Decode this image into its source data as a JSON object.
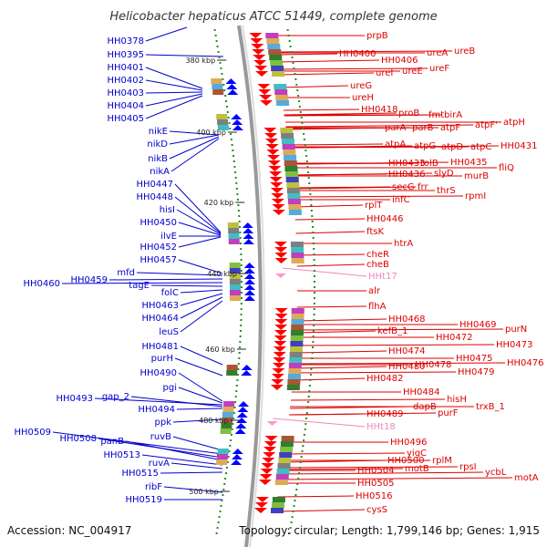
{
  "title": "Helicobacter hepaticus ATCC 51449, complete genome",
  "footer": {
    "accession": "Accession: NC_004917",
    "stats": "Topology: circular; Length: 1,799,146 bp; Genes: 1,915"
  },
  "colors": {
    "left_label": "#0000cc",
    "right_label": "#dd0000",
    "rna_label": "#ee88bb",
    "backbone": "#999999",
    "forward_gene": "#ff0000",
    "reverse_gene": "#0000ff",
    "rna_gene": "#ff99cc"
  },
  "kbp_markers": [
    "380 kbp",
    "400 kbp",
    "420 kbp",
    "440 kbp",
    "460 kbp",
    "480 kbp",
    "500 kbp"
  ],
  "left_labels": [
    {
      "text": "HH0378"
    },
    {
      "text": "HH0395"
    },
    {
      "text": "HH0401"
    },
    {
      "text": "HH0402"
    },
    {
      "text": "HH0403"
    },
    {
      "text": "HH0404"
    },
    {
      "text": "HH0405"
    },
    {
      "text": "nikE"
    },
    {
      "text": "nikD"
    },
    {
      "text": "nikB"
    },
    {
      "text": "nikA"
    },
    {
      "text": "HH0447"
    },
    {
      "text": "HH0448"
    },
    {
      "text": "hisI"
    },
    {
      "text": "HH0450"
    },
    {
      "text": "ilvE"
    },
    {
      "text": "HH0452"
    },
    {
      "text": "HH0457"
    },
    {
      "text": "mfd"
    },
    {
      "text": "HH0459"
    },
    {
      "text": "HH0460"
    },
    {
      "text": "tagE"
    },
    {
      "text": "folC"
    },
    {
      "text": "HH0463"
    },
    {
      "text": "HH0464"
    },
    {
      "text": "leuS"
    },
    {
      "text": "HH0481"
    },
    {
      "text": "purH"
    },
    {
      "text": "HH0490"
    },
    {
      "text": "pgi"
    },
    {
      "text": "HH0493"
    },
    {
      "text": "gap_2"
    },
    {
      "text": "HH0494"
    },
    {
      "text": "ppk"
    },
    {
      "text": "ruvB"
    },
    {
      "text": "HH0509"
    },
    {
      "text": "HH0508"
    },
    {
      "text": "panB"
    },
    {
      "text": "HH0513"
    },
    {
      "text": "ruvA"
    },
    {
      "text": "HH0515"
    },
    {
      "text": "ribF"
    },
    {
      "text": "HH0519"
    }
  ],
  "right_labels": [
    {
      "text": "prpB"
    },
    {
      "text": "HH0400"
    },
    {
      "text": "HH0406"
    },
    {
      "text": "ureA"
    },
    {
      "text": "ureB"
    },
    {
      "text": "ureI"
    },
    {
      "text": "ureE"
    },
    {
      "text": "ureF"
    },
    {
      "text": "ureG"
    },
    {
      "text": "ureH"
    },
    {
      "text": "HH0418"
    },
    {
      "text": "proB"
    },
    {
      "text": "fmt"
    },
    {
      "text": "birA"
    },
    {
      "text": "parA"
    },
    {
      "text": "parB"
    },
    {
      "text": "atpF"
    },
    {
      "text": "atpF'"
    },
    {
      "text": "atpH"
    },
    {
      "text": "atpA"
    },
    {
      "text": "atpG"
    },
    {
      "text": "atpD"
    },
    {
      "text": "atpC"
    },
    {
      "text": "HH0431"
    },
    {
      "text": "HH0433"
    },
    {
      "text": "tolB"
    },
    {
      "text": "HH0435"
    },
    {
      "text": "fliQ"
    },
    {
      "text": "HH0436"
    },
    {
      "text": "slyD"
    },
    {
      "text": "murB"
    },
    {
      "text": "secG"
    },
    {
      "text": "frr"
    },
    {
      "text": "thrS"
    },
    {
      "text": "rpmI"
    },
    {
      "text": "rplT"
    },
    {
      "text": "infC"
    },
    {
      "text": "HH0446"
    },
    {
      "text": "ftsK"
    },
    {
      "text": "htrA"
    },
    {
      "text": "cheR"
    },
    {
      "text": "cheB"
    },
    {
      "text": "alr"
    },
    {
      "text": "flhA"
    },
    {
      "text": "HH0468"
    },
    {
      "text": "HH0469"
    },
    {
      "text": "purN"
    },
    {
      "text": "kefB_1"
    },
    {
      "text": "HH0472"
    },
    {
      "text": "HH0473"
    },
    {
      "text": "HH0474"
    },
    {
      "text": "HH0475"
    },
    {
      "text": "HH0476"
    },
    {
      "text": "HH0480"
    },
    {
      "text": "HH0478"
    },
    {
      "text": "HH0479"
    },
    {
      "text": "HH0482"
    },
    {
      "text": "HH0484"
    },
    {
      "text": "hisH"
    },
    {
      "text": "dapB"
    },
    {
      "text": "trxB_1"
    },
    {
      "text": "HH0489"
    },
    {
      "text": "purF"
    },
    {
      "text": "HH0496"
    },
    {
      "text": "yigC"
    },
    {
      "text": "HH0500"
    },
    {
      "text": "rplM"
    },
    {
      "text": "rpsI"
    },
    {
      "text": "ycbL"
    },
    {
      "text": "HH0504"
    },
    {
      "text": "motB"
    },
    {
      "text": "motA"
    },
    {
      "text": "HH0505"
    },
    {
      "text": "HH0516"
    },
    {
      "text": "cysS"
    }
  ],
  "rna_labels": [
    {
      "text": "HHt17"
    },
    {
      "text": "HHt18"
    }
  ]
}
